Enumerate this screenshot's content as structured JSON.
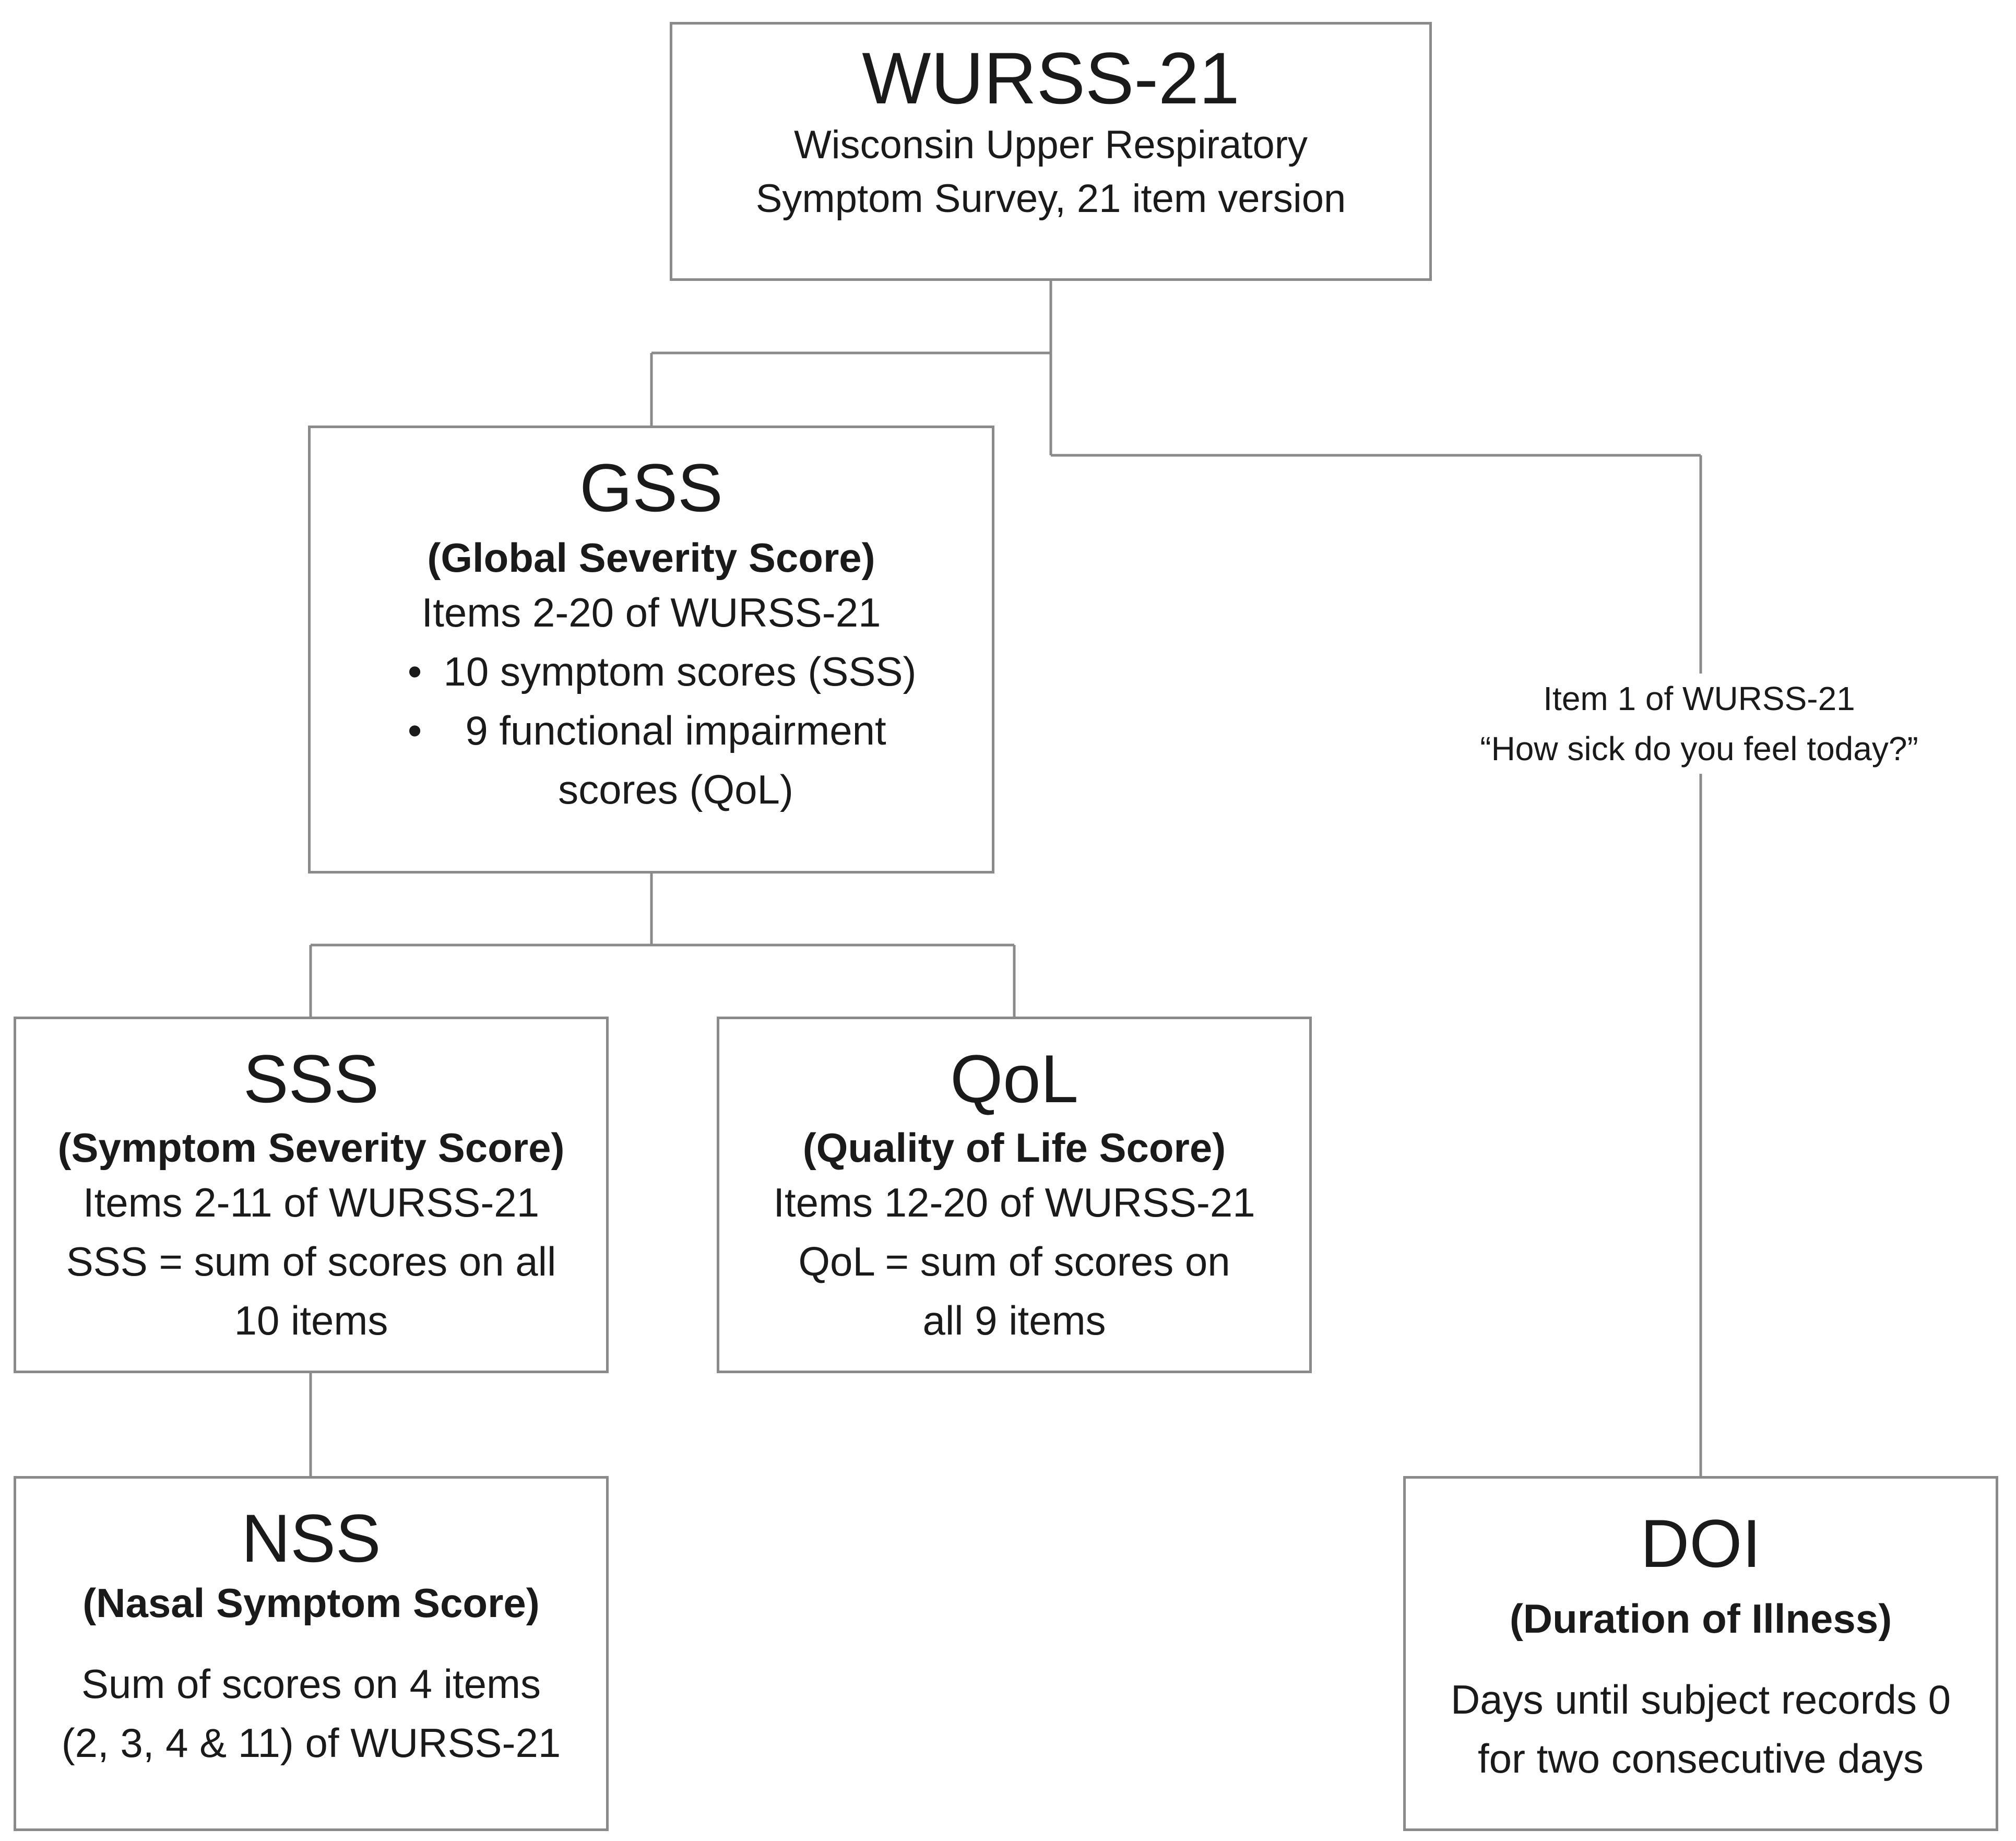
{
  "nodes": {
    "wurss": {
      "title": "WURSS-21",
      "lines": [
        "Wisconsin Upper Respiratory",
        "Symptom Survey, 21 item version"
      ]
    },
    "gss": {
      "title": "GSS",
      "subtitle": "(Global Severity Score)",
      "lines": [
        "Items 2-20 of WURSS-21"
      ],
      "bullets": [
        "10 symptom scores (SSS)",
        "9 functional impairment scores (QoL)"
      ]
    },
    "sss": {
      "title": "SSS",
      "subtitle": "(Symptom Severity Score)",
      "lines": [
        "Items 2-11 of WURSS-21",
        "SSS = sum of scores on all",
        "10 items"
      ]
    },
    "qol": {
      "title": "QoL",
      "subtitle": "(Quality of Life Score)",
      "lines": [
        "Items 12-20 of WURSS-21",
        "QoL = sum of scores on",
        "all 9 items"
      ]
    },
    "nss": {
      "title": "NSS",
      "subtitle": "(Nasal Symptom Score)",
      "lines": [
        "Sum of scores on 4 items",
        "(2, 3, 4 & 11) of WURSS-21"
      ]
    },
    "doi": {
      "title": "DOI",
      "subtitle": "(Duration of Illness)",
      "lines": [
        "Days until subject records 0",
        "for two consecutive days"
      ]
    }
  },
  "edge_label": {
    "lines": [
      "Item 1 of WURSS-21",
      "“How sick do you feel today?”"
    ]
  },
  "edges": [
    {
      "from": "wurss",
      "to": "gss"
    },
    {
      "from": "wurss",
      "to": "doi"
    },
    {
      "from": "gss",
      "to": "sss"
    },
    {
      "from": "gss",
      "to": "qol"
    },
    {
      "from": "sss",
      "to": "nss"
    }
  ],
  "colors": {
    "border": "#8a8a8a",
    "text": "#1a1a1a",
    "background": "#ffffff"
  }
}
